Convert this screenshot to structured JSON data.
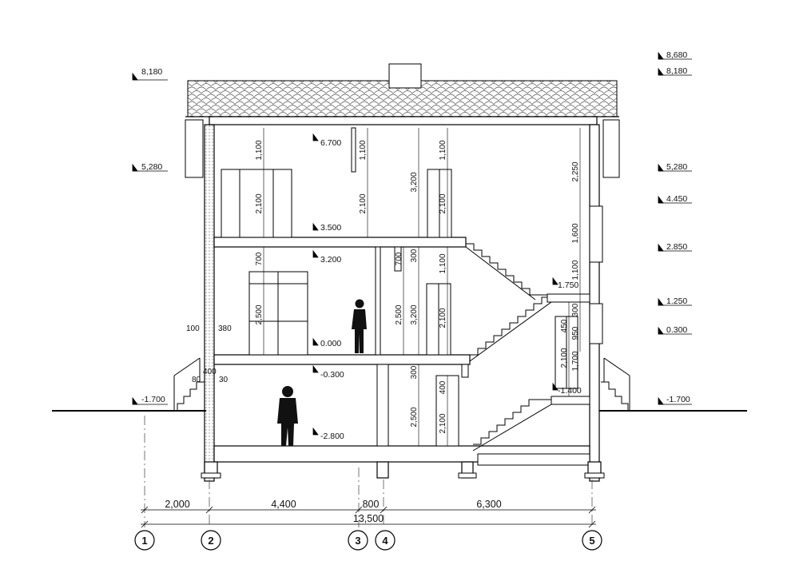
{
  "levels": {
    "left": [
      "8,180",
      "5,280",
      "-1.700"
    ],
    "right": [
      "8,680",
      "8,180",
      "5,280",
      "4.450",
      "2.850",
      "1.250",
      "0.300",
      "-1.700"
    ],
    "inner": [
      "6.700",
      "3.500",
      "3.200",
      "0.000",
      "-0.300",
      "-2.800",
      "1.750",
      "-1.400"
    ]
  },
  "dims": {
    "vertical": [
      "1,100",
      "2,100",
      "1,100",
      "2,100",
      "3,200",
      "1,100",
      "2,100",
      "2,250",
      "700",
      "2,500",
      "700",
      "300",
      "2,500",
      "3,200",
      "1,100",
      "2,100",
      "1,600",
      "1,100",
      "300",
      "950",
      "450",
      "2,100",
      "1,700",
      "300",
      "2,500",
      "400",
      "2,100"
    ],
    "small": [
      "100",
      "380",
      "80",
      "400",
      "30"
    ],
    "horizontal": [
      "2,000",
      "4,400",
      "800",
      "6,300"
    ],
    "total": "13,500"
  },
  "axes": [
    "1",
    "2",
    "3",
    "4",
    "5"
  ]
}
